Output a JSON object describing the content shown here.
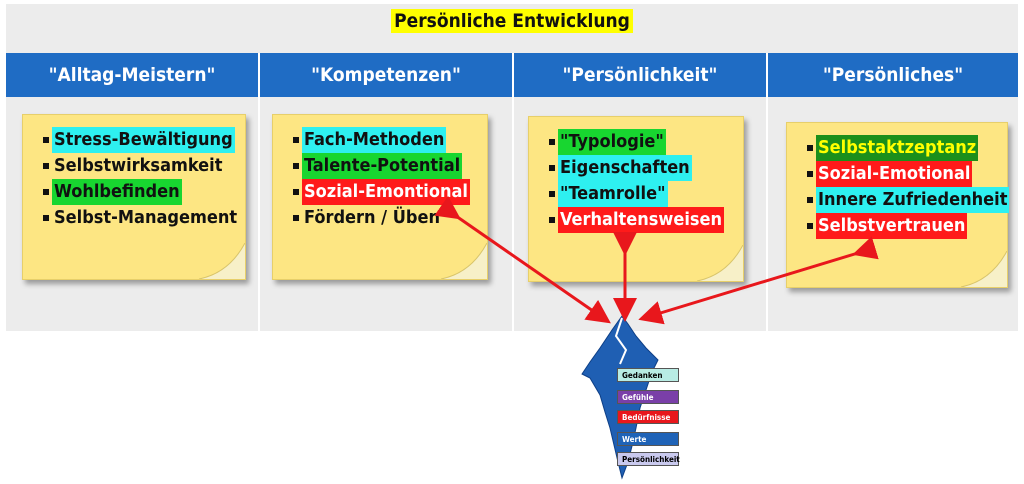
{
  "title": "Persönliche Entwicklung",
  "columns": [
    {
      "header": "\"Alltag-Meistern\"",
      "items": [
        {
          "text": "Stress-Bewältigung",
          "highlight": "cyan"
        },
        {
          "text": "Selbstwirksamkeit",
          "highlight": "none"
        },
        {
          "text": "Wohlbefinden",
          "highlight": "green"
        },
        {
          "text": "Selbst-Management",
          "highlight": "none"
        }
      ]
    },
    {
      "header": "\"Kompetenzen\"",
      "items": [
        {
          "text": "Fach-Methoden",
          "highlight": "cyan"
        },
        {
          "text": "Talente-Potential",
          "highlight": "green"
        },
        {
          "text": "Sozial-Emontional",
          "highlight": "red"
        },
        {
          "text": "Fördern / Üben",
          "highlight": "none"
        }
      ]
    },
    {
      "header": "\"Persönlichkeit\"",
      "items": [
        {
          "text": "\"Typologie\"",
          "highlight": "green"
        },
        {
          "text": "Eigenschaften",
          "highlight": "cyan"
        },
        {
          "text": "\"Teamrolle\"",
          "highlight": "cyan"
        },
        {
          "text": "Verhaltensweisen",
          "highlight": "red"
        }
      ]
    },
    {
      "header": "\"Persönliches\"",
      "items": [
        {
          "text": "Selbstaktzeptanz",
          "highlight": "darkgreen"
        },
        {
          "text": "Sozial-Emotional",
          "highlight": "red"
        },
        {
          "text": "Innere Zufriedenheit",
          "highlight": "cyan"
        },
        {
          "text": "Selbstvertrauen",
          "highlight": "red"
        }
      ]
    }
  ],
  "iceberg": {
    "layers": [
      {
        "label": "Gedanken",
        "color": "#b8ece4"
      },
      {
        "label": "Gefühle",
        "color": "#7a3fa8"
      },
      {
        "label": "Bedürfnisse",
        "color": "#e8171c"
      },
      {
        "label": "Werte",
        "color": "#1f63b7"
      },
      {
        "label": "Persönlichkeit",
        "color": "#c9c9ee"
      }
    ]
  },
  "colors": {
    "header_blue": "#1f6cc4",
    "note_yellow": "#fde683",
    "arrow_red": "#e8171c",
    "iceberg_blue": "#1f5fb3"
  }
}
